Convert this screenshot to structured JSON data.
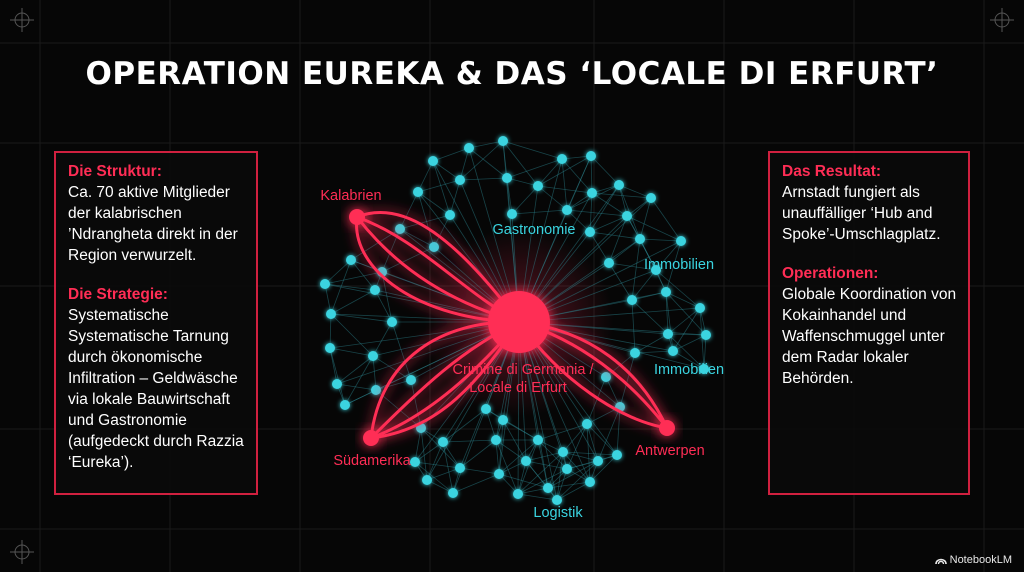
{
  "title": "OPERATION EUREKA & DAS ‘LOCALE DI ERFURT’",
  "left_panel": {
    "struktur_heading": "Die Struktur:",
    "struktur_text": "Ca. 70 aktive Mitglieder der kalabrischen ’Ndrangheta direkt in der Region verwurzelt.",
    "strategie_heading": "Die Strategie:",
    "strategie_text": "Systematische Systematische Tarnung durch ökonomische Infiltration – Geldwäsche via lokale Bauwirtschaft und Gastronomie (aufgedeckt durch Razzia ‘Eureka’)."
  },
  "right_panel": {
    "resultat_heading": "Das Resultat:",
    "resultat_text": "Arnstadt fungiert als unauffälliger ‘Hub and Spoke’-Umschlagplatz.",
    "operationen_heading": "Operationen:",
    "operationen_text": "Globale Koordination von Kokainhandel und Waffenschmuggel unter dem Radar lokaler Behörden."
  },
  "diagram": {
    "center_label_line1": "Crimine di Germania /",
    "center_label_line2": "Locale di Erfurt",
    "hubs": {
      "kalabrien": "Kalabrien",
      "suedamerika": "Südamerika",
      "antwerpen": "Antwerpen"
    },
    "sectors": {
      "gastronomie": "Gastronomie",
      "immobilien_1": "Immobilien",
      "immobilien_2": "Immobilien",
      "logistik": "Logistik"
    }
  },
  "brand": "NotebookLM",
  "colors": {
    "background": "#060606",
    "accent_red": "#ff2d55",
    "node_cyan": "#3ad4e0",
    "grid": "#1c1c1c"
  }
}
